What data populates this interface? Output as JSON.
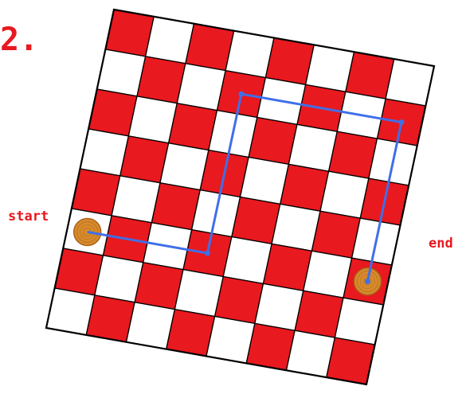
{
  "problem": {
    "number_label": "2."
  },
  "labels": {
    "start": "start",
    "end": "end"
  },
  "board": {
    "rows": 8,
    "cols": 8,
    "colors": {
      "dark": "#e8191f",
      "light": "#ffffff",
      "grid_line": "#000000"
    },
    "coin_color": "#d98a2b",
    "path_color": "#3f6fe8",
    "start_square": {
      "row": 5,
      "col": 0
    },
    "end_square": {
      "row": 5,
      "col": 7
    },
    "path_squares": [
      {
        "row": 5,
        "col": 0
      },
      {
        "row": 5,
        "col": 3
      },
      {
        "row": 1,
        "col": 3
      },
      {
        "row": 1,
        "col": 7
      },
      {
        "row": 5,
        "col": 7
      }
    ]
  }
}
